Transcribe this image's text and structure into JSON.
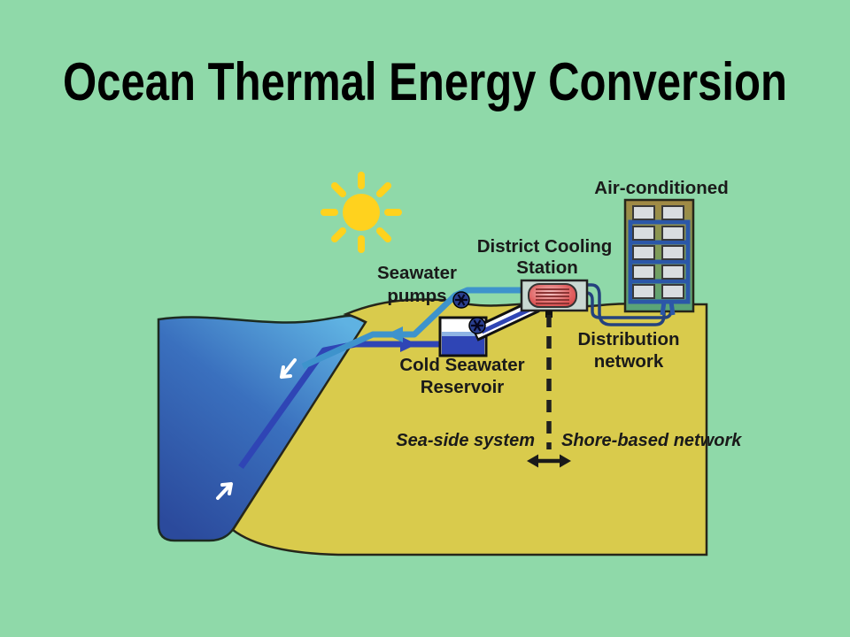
{
  "slide": {
    "title": "Ocean Thermal Energy Conversion",
    "background_color": "#8FD9A9"
  },
  "diagram": {
    "labels": {
      "seawater_pumps": [
        "Seawater",
        "pumps"
      ],
      "district_cooling_station": [
        "District Cooling",
        "Station"
      ],
      "air_conditioned": "Air-conditioned",
      "cold_seawater_reservoir": [
        "Cold Seawater",
        "Reservoir"
      ],
      "distribution_network": [
        "Distribution",
        "network"
      ],
      "sea_side_system": "Sea-side system",
      "shore_based_network": "Shore-based network"
    },
    "icons": {
      "sun": "sun-icon",
      "pump": "pump-icon",
      "flow_down": "flow-arrow-down-icon",
      "flow_up": "flow-arrow-up-icon",
      "divider": "double-arrow-icon"
    },
    "colors": {
      "background": "#8FD9A9",
      "ocean_surface": "#5FB2E2",
      "ocean_mid": "#3A70BE",
      "ocean_deep": "#2B4A9C",
      "land": "#D9CB4C",
      "outline": "#26261A",
      "sun": "#FFD21E",
      "cold_water_pipe": "#2F45B5",
      "return_water_pipe": "#3E93CC",
      "distribution_pipe": "#24427E",
      "building_top": "#A28944",
      "building_bottom": "#57A47A",
      "building_loop": "#2B57A8",
      "window": "#D9DDE0",
      "station_body": "#C9D8D2",
      "heat_exchanger_edge": "#CE3434",
      "heat_exchanger_center": "#F2C6C6",
      "reservoir_water": "#2F45B5",
      "pump": "#2A3F8F",
      "text": "#1A1A1A"
    }
  }
}
